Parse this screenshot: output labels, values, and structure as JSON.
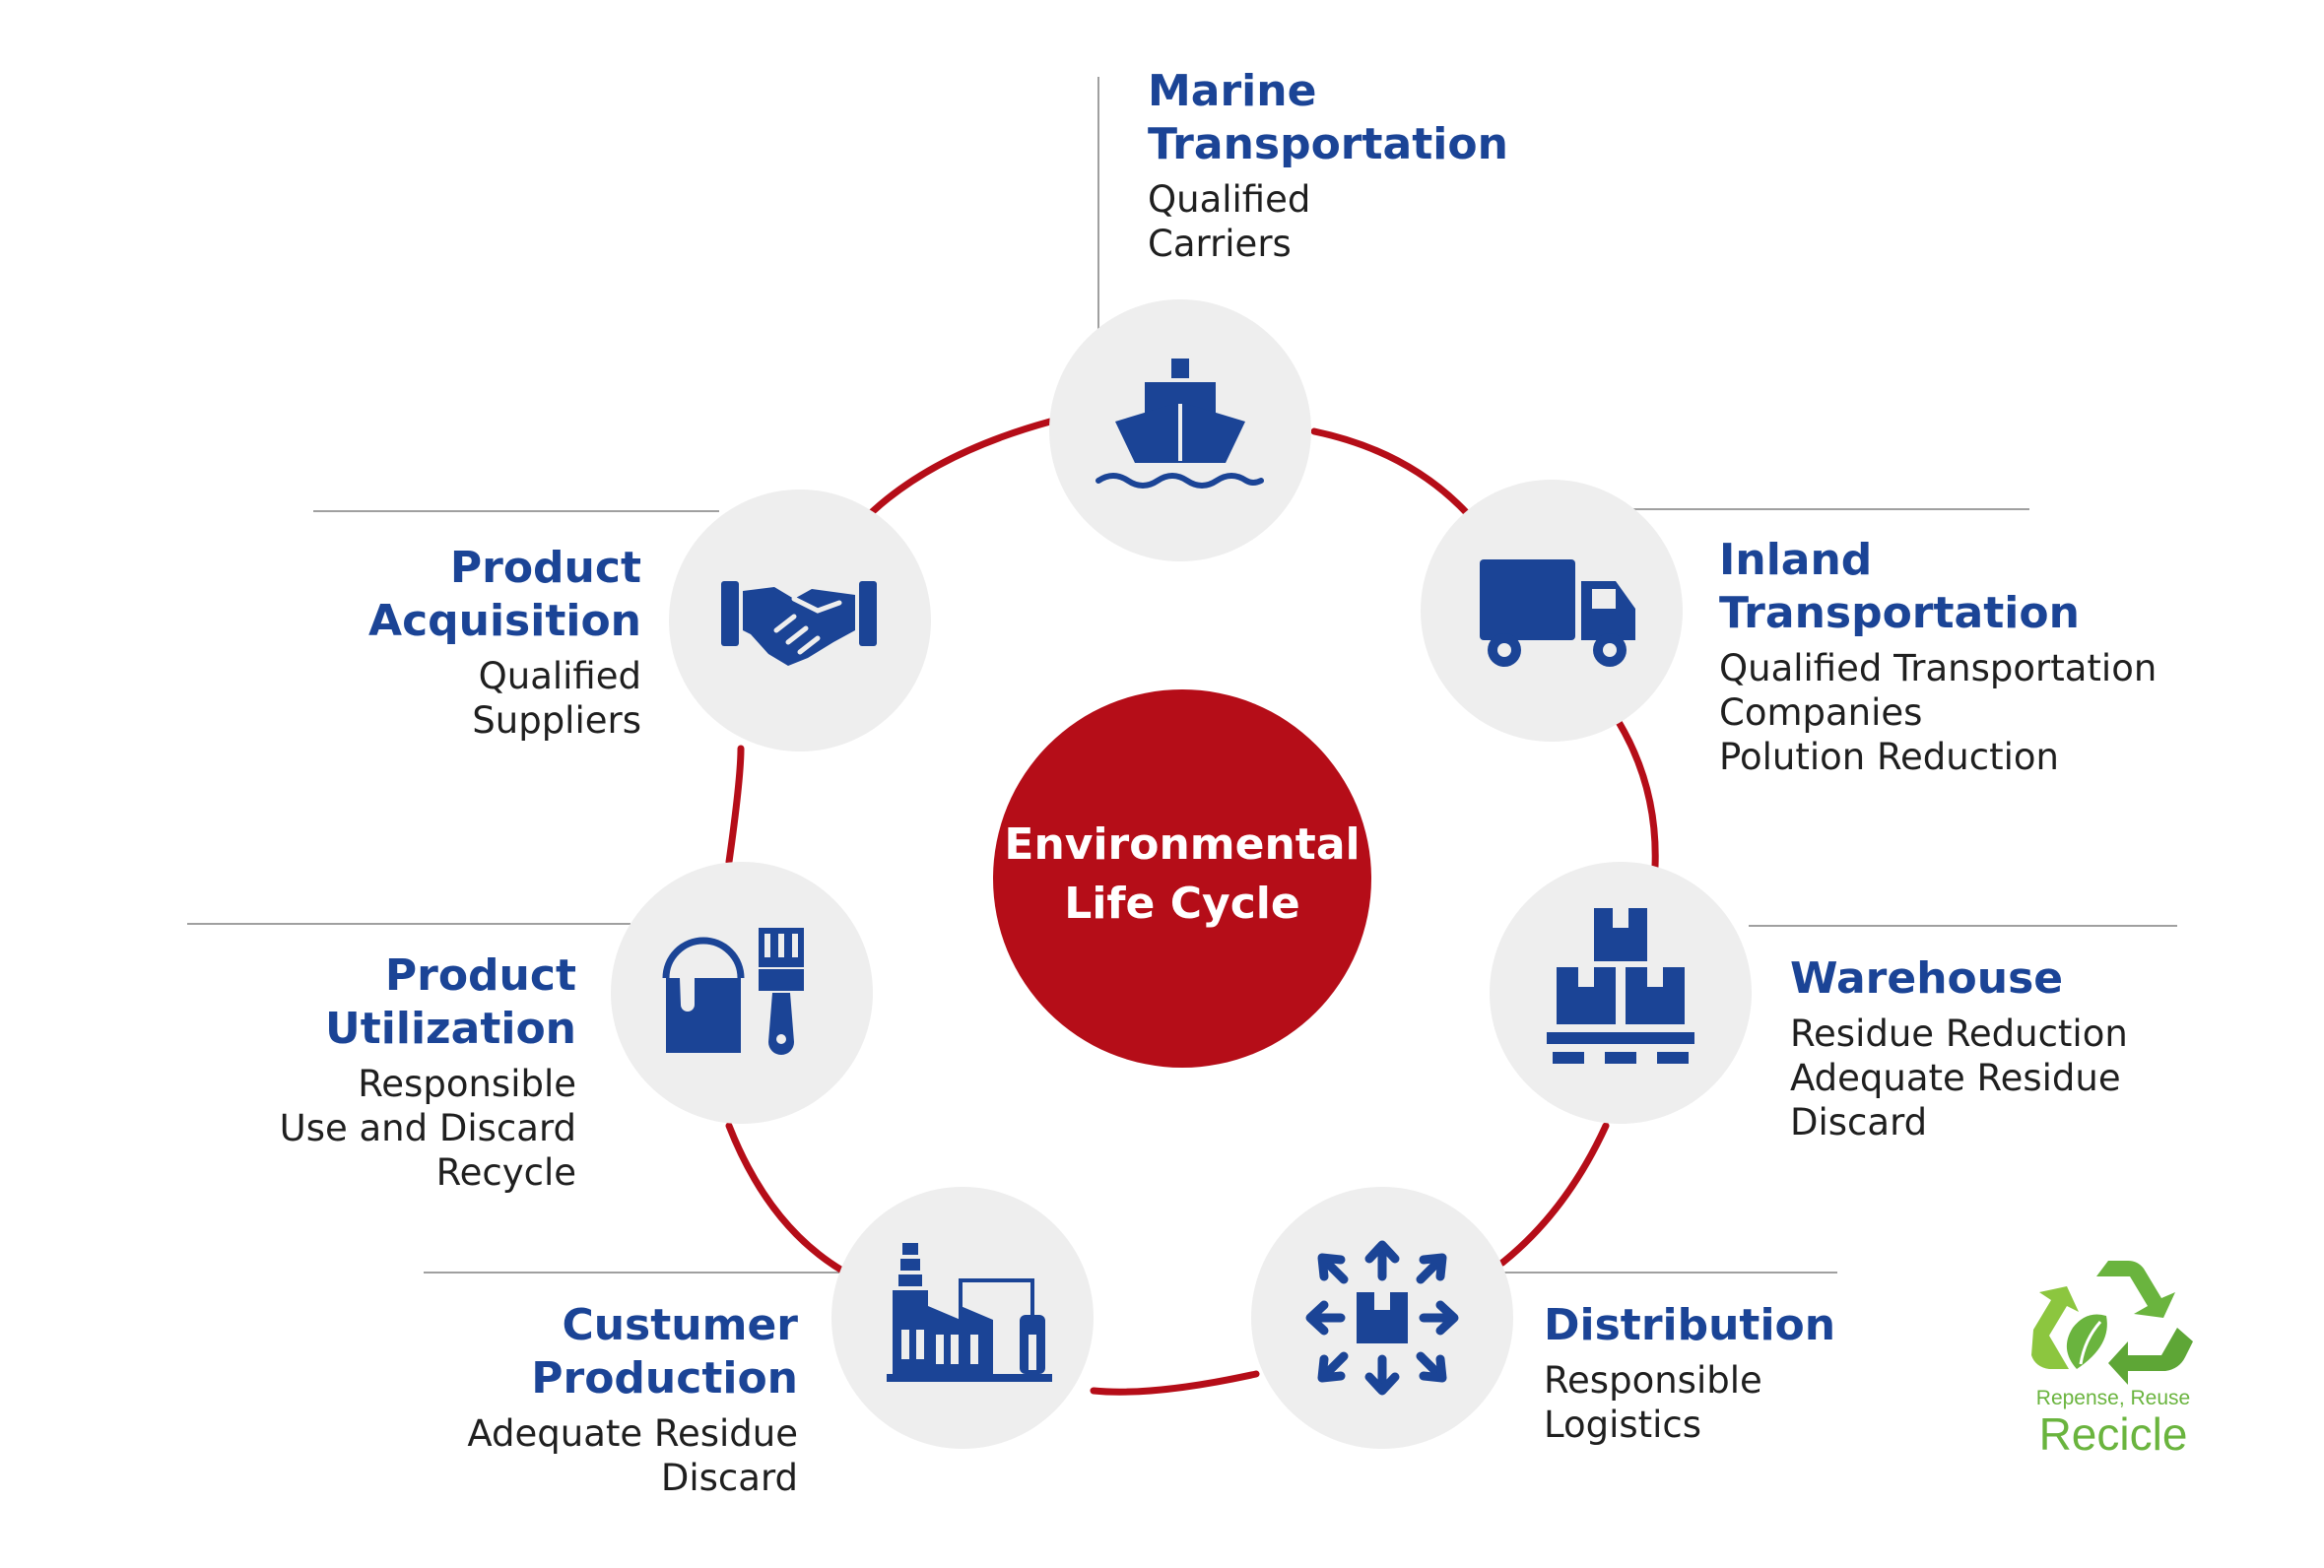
{
  "center": {
    "title": "Environmental\nLife Cycle"
  },
  "stages": {
    "marine": {
      "title": "Marine\nTransportation",
      "desc": "Qualified\nCarriers"
    },
    "inland": {
      "title": "Inland\nTransportation",
      "desc": "Qualified Transportation\nCompanies\nPolution Reduction"
    },
    "warehouse": {
      "title": "Warehouse",
      "desc": "Residue Reduction\nAdequate Residue\nDiscard"
    },
    "distribution": {
      "title": "Distribution",
      "desc": "Responsible\nLogistics"
    },
    "production": {
      "title": "Custumer\nProduction",
      "desc": "Adequate Residue\nDiscard"
    },
    "utilization": {
      "title": "Product\nUtilization",
      "desc": "Responsible\nUse and Discard\nRecycle"
    },
    "acquisition": {
      "title": "Product\nAcquisition",
      "desc": "Qualified\nSuppliers"
    }
  },
  "logo": {
    "tagline": "Repense, Reuse",
    "brand": "Recicle"
  },
  "colors": {
    "title_blue": "#1B4496",
    "cycle_red": "#B50D18",
    "node_gray": "#EEEEEE",
    "logo_green": "#6AB43E"
  },
  "icons": [
    "ship-icon",
    "truck-icon",
    "boxes-pallet-icon",
    "distribution-arrows-icon",
    "factory-icon",
    "paint-bucket-brush-icon",
    "handshake-icon",
    "recycle-icon"
  ]
}
